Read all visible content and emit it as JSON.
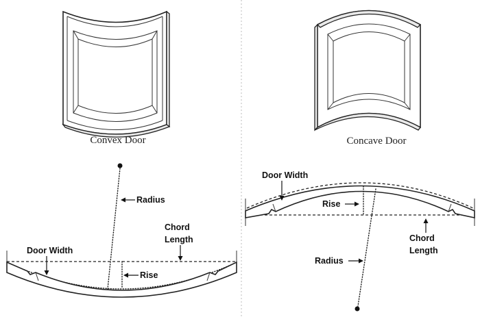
{
  "captions": {
    "convex": "Convex Door",
    "concave": "Concave Door"
  },
  "convex_section": {
    "radius": "Radius",
    "chord_length_line1": "Chord",
    "chord_length_line2": "Length",
    "door_width": "Door Width",
    "rise": "Rise"
  },
  "concave_section": {
    "door_width": "Door Width",
    "rise": "Rise",
    "chord_length_line1": "Chord",
    "chord_length_line2": "Length",
    "radius": "Radius"
  }
}
